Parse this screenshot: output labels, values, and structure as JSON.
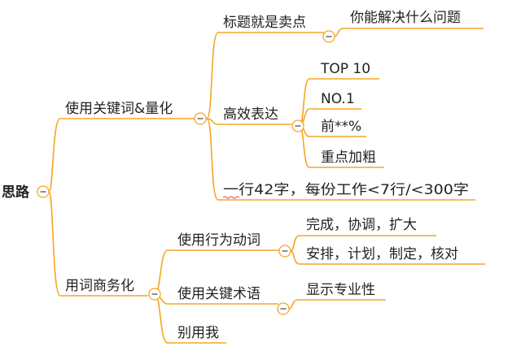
{
  "nodes": {
    "root": "思路",
    "b1": "使用关键词&量化",
    "b1_1": "标题就是卖点",
    "b1_1_1": "你能解决什么问题",
    "b1_2": "高效表达",
    "b1_2_1": "TOP 10",
    "b1_2_2": "NO.1",
    "b1_2_3": "前**%",
    "b1_2_4": "重点加粗",
    "b1_3": "一行42字，每份工作<7行/<300字",
    "b2": "用词商务化",
    "b2_1": "使用行为动词",
    "b2_1_1": "完成，协调，扩大",
    "b2_1_2": "安排，计划，制定，核对",
    "b2_2": "使用关键术语",
    "b2_2_1": "显示专业性",
    "b2_3": "别用我"
  },
  "colors": {
    "line": "#f5a623",
    "text": "#222222",
    "toggle_minus": "#555555"
  },
  "icons": {
    "collapse_toggle": "minus-circle-icon"
  }
}
